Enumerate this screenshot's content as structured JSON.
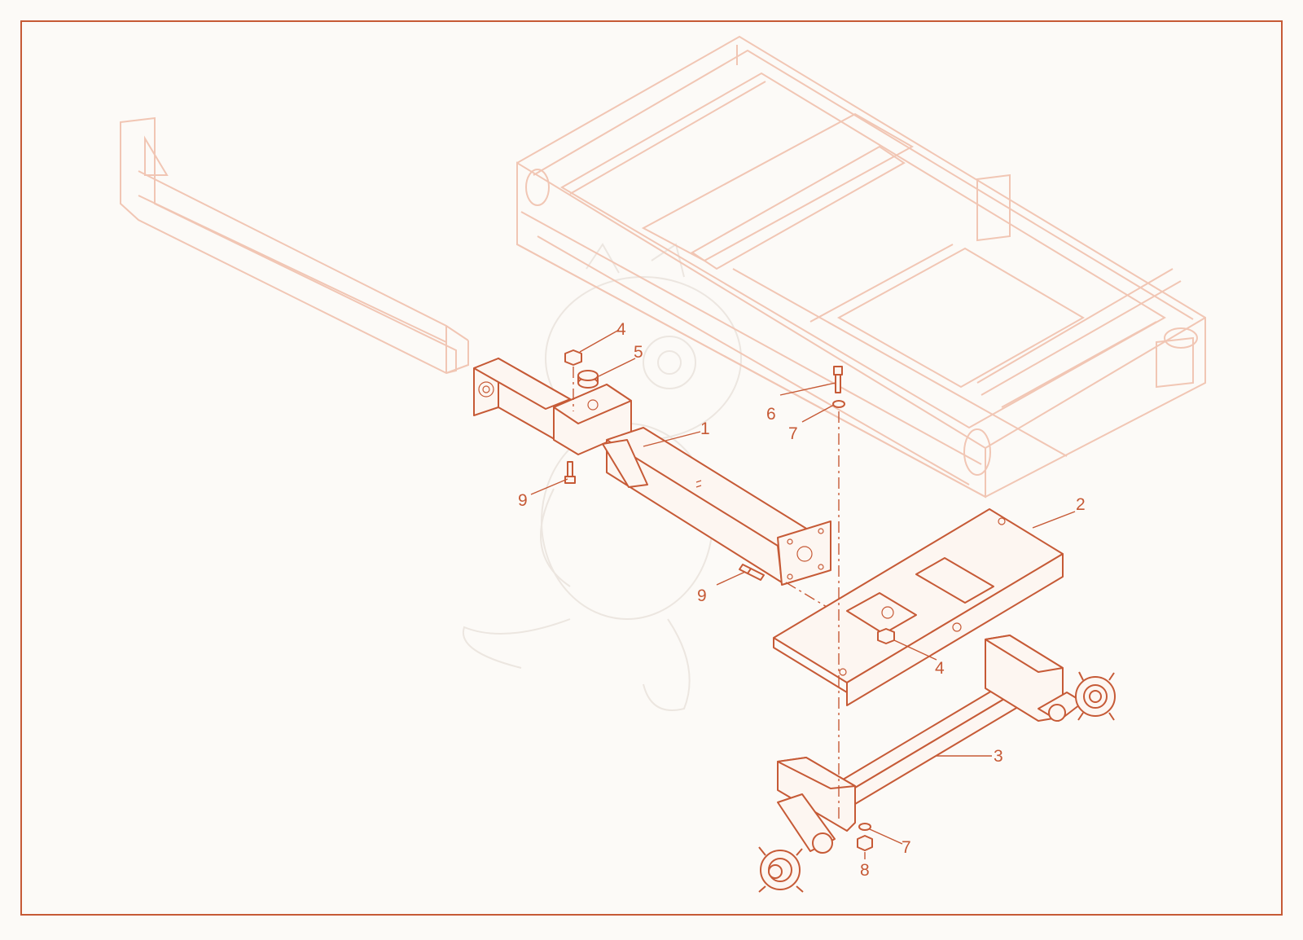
{
  "diagram": {
    "callouts": [
      {
        "id": "c4a",
        "label": "4"
      },
      {
        "id": "c5",
        "label": "5"
      },
      {
        "id": "c6",
        "label": "6"
      },
      {
        "id": "c7a",
        "label": "7"
      },
      {
        "id": "c1",
        "label": "1"
      },
      {
        "id": "c9a",
        "label": "9"
      },
      {
        "id": "c2",
        "label": "2"
      },
      {
        "id": "c9b",
        "label": "9"
      },
      {
        "id": "c4b",
        "label": "4"
      },
      {
        "id": "c3",
        "label": "3"
      },
      {
        "id": "c7b",
        "label": "7"
      },
      {
        "id": "c8",
        "label": "8"
      }
    ],
    "colors": {
      "accent": "#c65a36",
      "ghost": "#f1c6b4",
      "background": "#fcfaf7"
    },
    "parts": [
      {
        "name": "part-1"
      },
      {
        "name": "part-2"
      },
      {
        "name": "part-3"
      },
      {
        "name": "part-4"
      },
      {
        "name": "part-5"
      },
      {
        "name": "part-6"
      },
      {
        "name": "part-7"
      },
      {
        "name": "part-8"
      },
      {
        "name": "part-9"
      }
    ]
  }
}
